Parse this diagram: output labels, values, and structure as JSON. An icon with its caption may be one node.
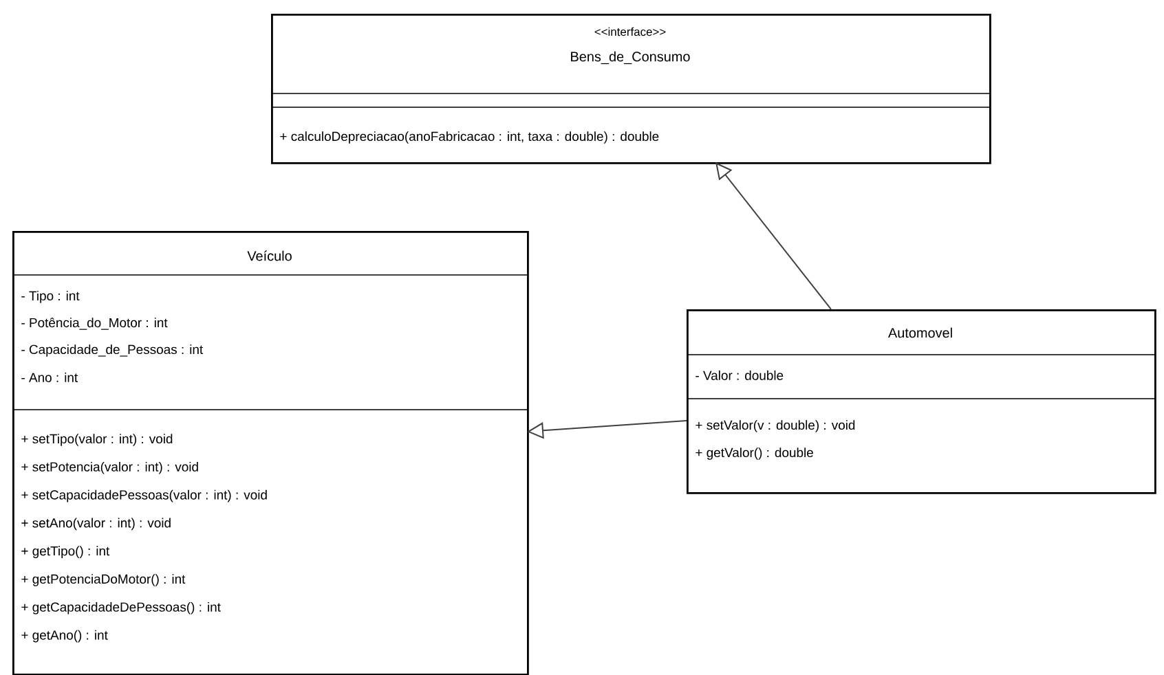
{
  "diagram": {
    "nodes": [
      {
        "text": [
          "<<interface>>",
          "Bens_de_Consumo",
          "+ calculoDepreciacao(anoFabricacao : int, taxa : double) : double"
        ]
      },
      {
        "text": [
          "Veículo",
          "- Tipo : int",
          "- Potência_do_Motor : int",
          "- Capacidade_de_Pessoas : int",
          "- Ano : int",
          "+ setTipo(valor : int) : void",
          "+ setPotencia(valor : int) : void",
          "+ setCapacidadePessoas(valor : int) : void",
          "+ setAno(valor : int) : void",
          "+ getTipo() : int",
          "+ getPotenciaDoMotor() : int",
          "+ getCapacidadeDePessoas() : int",
          "+ getAno() : int"
        ]
      },
      {
        "text": [
          "Automovel",
          "- Valor : double",
          "+ setValor(v : double) : void",
          "+ getValor() : double"
        ]
      }
    ],
    "edges": [
      {
        "from": 2,
        "to": 0,
        "arrow": "to"
      },
      {
        "from": 2,
        "to": 1,
        "arrow": "to"
      }
    ]
  }
}
